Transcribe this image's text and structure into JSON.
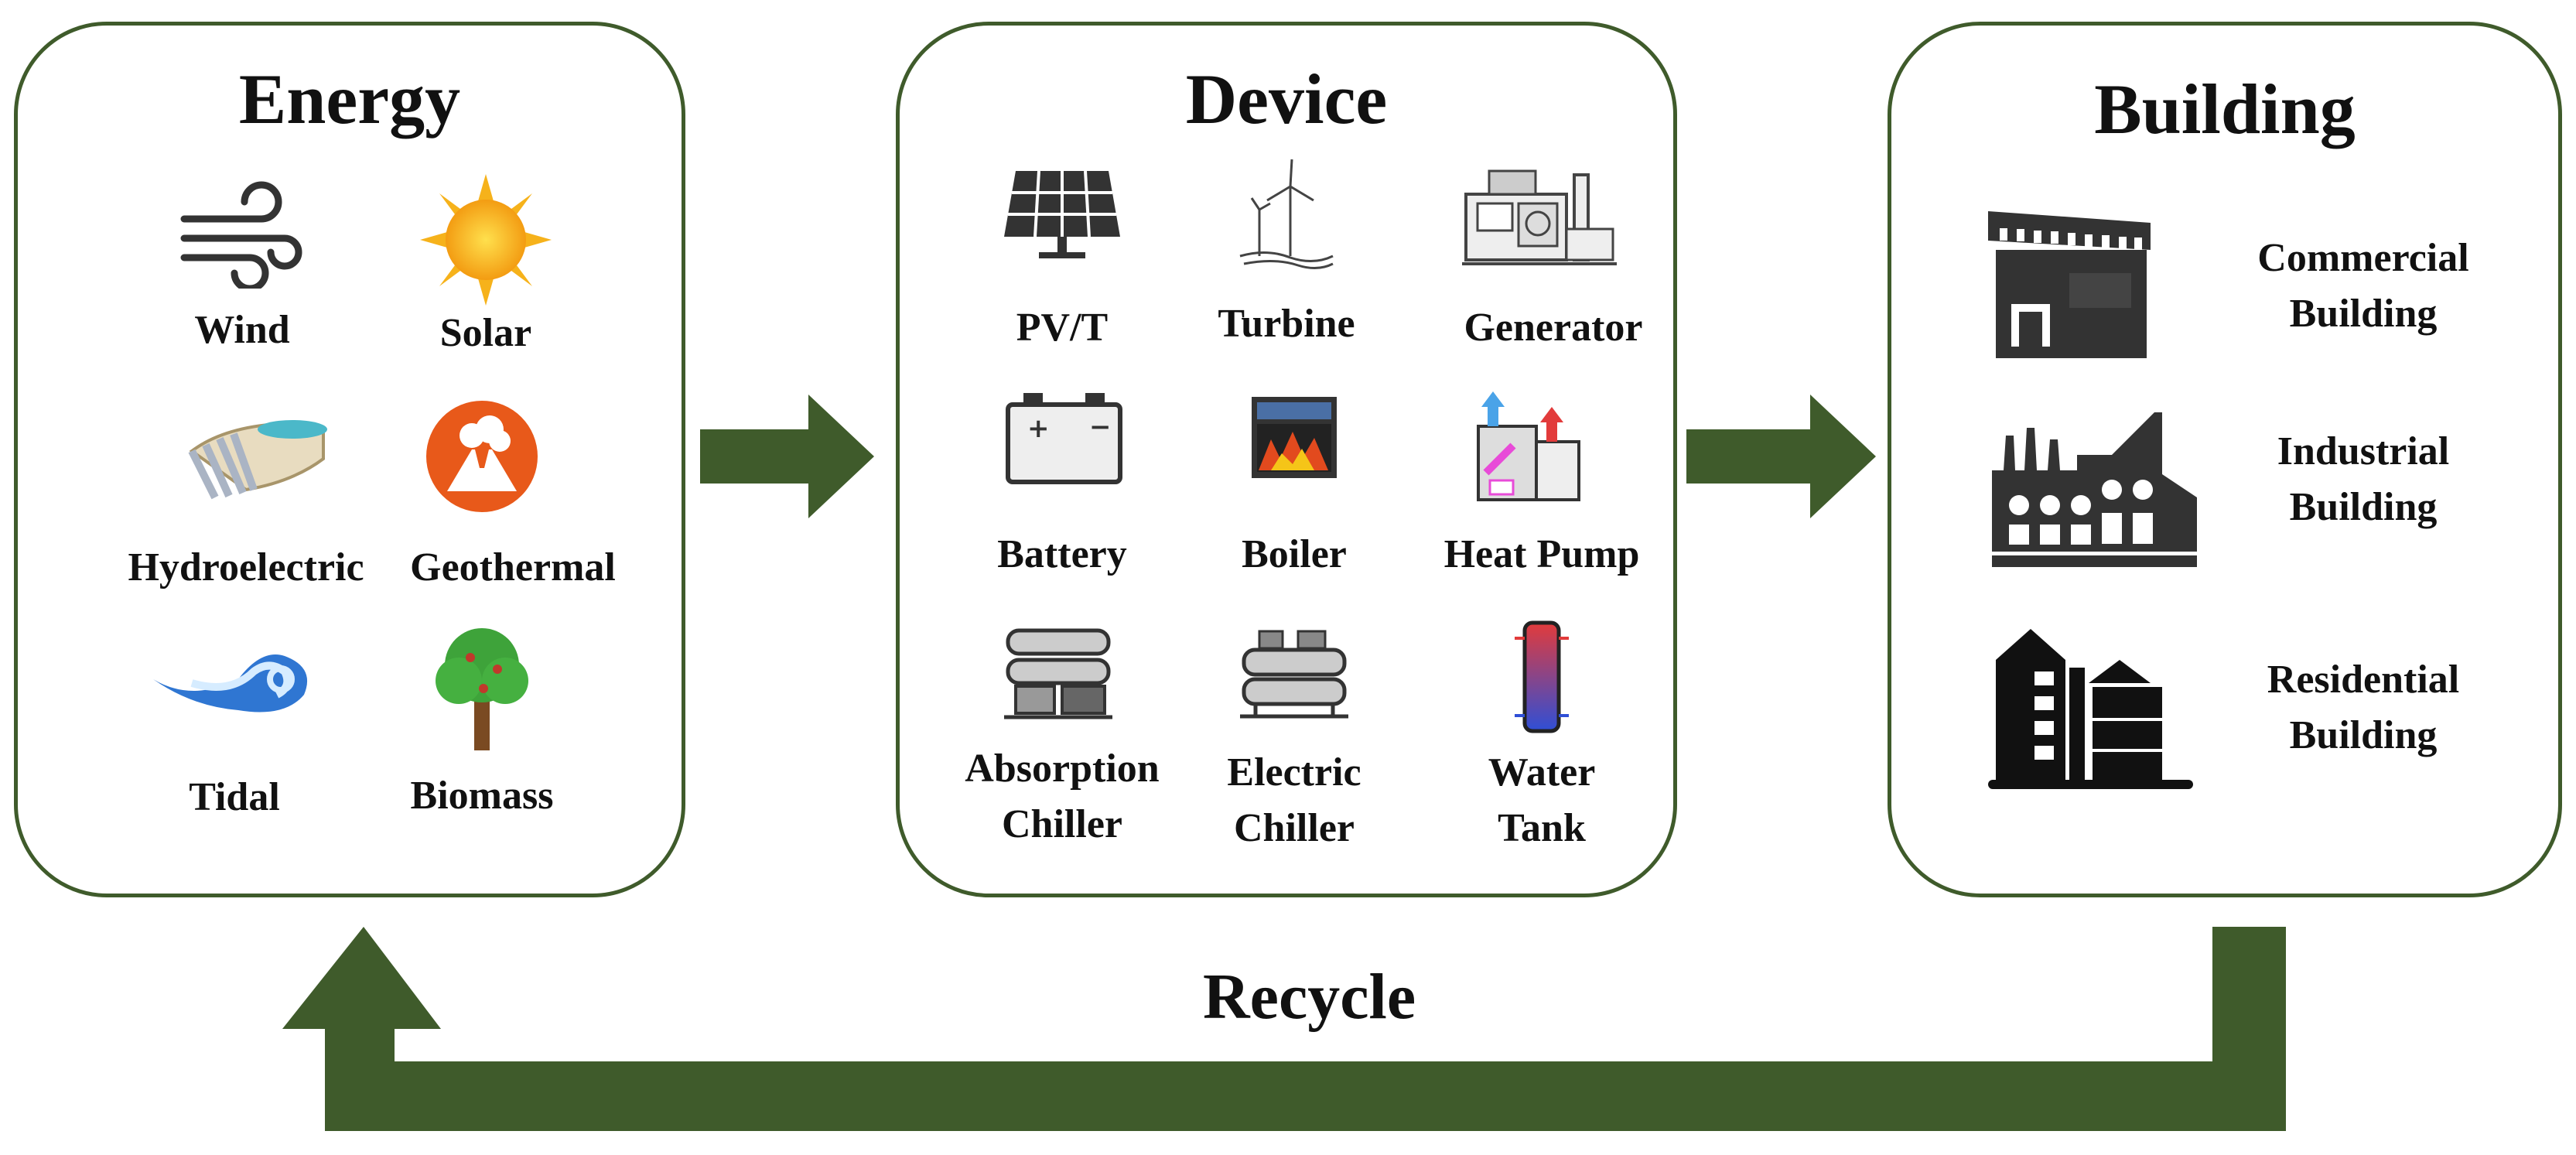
{
  "energy": {
    "title": "Energy",
    "items": [
      {
        "label": "Wind",
        "icon": "wind-icon"
      },
      {
        "label": "Solar",
        "icon": "sun-icon"
      },
      {
        "label": "Hydroelectric",
        "icon": "dam-icon"
      },
      {
        "label": "Geothermal",
        "icon": "volcano-icon"
      },
      {
        "label": "Tidal",
        "icon": "wave-icon"
      },
      {
        "label": "Biomass",
        "icon": "tree-icon"
      }
    ]
  },
  "device": {
    "title": "Device",
    "items": [
      {
        "label": "PV/T",
        "icon": "solar-panel-icon"
      },
      {
        "label": "Turbine",
        "icon": "wind-turbine-icon"
      },
      {
        "label": "Generator",
        "icon": "generator-icon"
      },
      {
        "label": "Battery",
        "icon": "battery-icon"
      },
      {
        "label": "Boiler",
        "icon": "boiler-icon"
      },
      {
        "label": "Heat Pump",
        "icon": "heat-pump-icon"
      },
      {
        "label": "Absorption\nChiller",
        "line1": "Absorption",
        "line2": "Chiller",
        "icon": "absorption-chiller-icon"
      },
      {
        "label": "Electric\nChiller",
        "line1": "Electric",
        "line2": "Chiller",
        "icon": "electric-chiller-icon"
      },
      {
        "label": "Water\nTank",
        "line1": "Water",
        "line2": "Tank",
        "icon": "water-tank-icon"
      }
    ]
  },
  "building": {
    "title": "Building",
    "items": [
      {
        "line1": "Commercial",
        "line2": "Building",
        "icon": "commercial-building-icon"
      },
      {
        "line1": "Industrial",
        "line2": "Building",
        "icon": "industrial-building-icon"
      },
      {
        "line1": "Residential",
        "line2": "Building",
        "icon": "residential-building-icon"
      }
    ]
  },
  "recycle": {
    "label": "Recycle"
  },
  "colors": {
    "border": "#3f5b2b",
    "arrow": "#3f5b2b"
  }
}
